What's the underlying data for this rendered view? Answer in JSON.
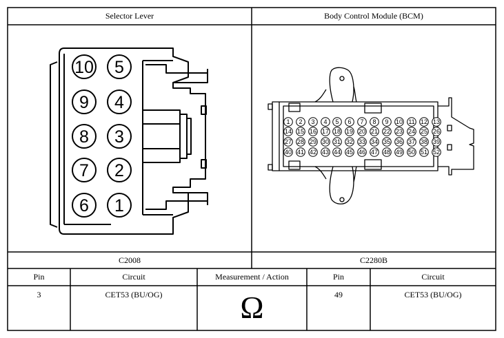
{
  "left_connector": {
    "title": "Selector Lever",
    "id": "C2008",
    "pins": [
      {
        "label": "10"
      },
      {
        "label": "5"
      },
      {
        "label": "9"
      },
      {
        "label": "4"
      },
      {
        "label": "8"
      },
      {
        "label": "3"
      },
      {
        "label": "7"
      },
      {
        "label": "2"
      },
      {
        "label": "6"
      },
      {
        "label": "1"
      }
    ]
  },
  "right_connector": {
    "title": "Body Control Module (BCM)",
    "id": "C2280B",
    "rows": [
      [
        "1",
        "2",
        "3",
        "4",
        "5",
        "6",
        "7",
        "8",
        "9",
        "10",
        "11",
        "12",
        "13"
      ],
      [
        "14",
        "15",
        "16",
        "17",
        "18",
        "19",
        "20",
        "21",
        "22",
        "23",
        "24",
        "25",
        "26"
      ],
      [
        "27",
        "28",
        "29",
        "30",
        "31",
        "32",
        "33",
        "34",
        "35",
        "36",
        "37",
        "38",
        "39"
      ],
      [
        "40",
        "41",
        "42",
        "43",
        "44",
        "45",
        "46",
        "47",
        "48",
        "49",
        "50",
        "51",
        "52"
      ]
    ]
  },
  "table": {
    "headers": [
      "Pin",
      "Circuit",
      "Measurement / Action",
      "Pin",
      "Circuit"
    ],
    "row": {
      "pin_a": "3",
      "circuit_a": "CET53 (BU/OG)",
      "measurement_symbol": "Ω",
      "pin_b": "49",
      "circuit_b": "CET53 (BU/OG)"
    }
  }
}
